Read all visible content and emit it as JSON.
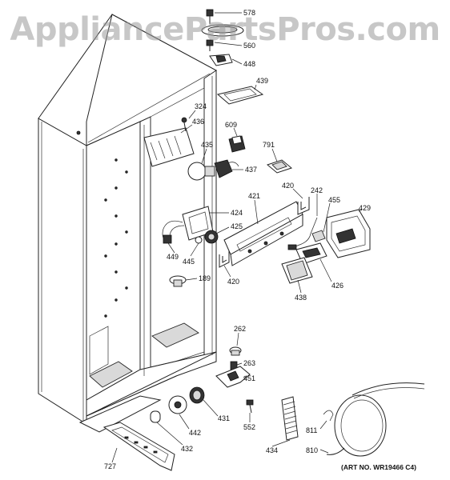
{
  "watermark": "AppliancePartsPros.com",
  "art_number": "(ART NO. WR19466 C4)",
  "callouts": [
    {
      "id": "578",
      "label": "578"
    },
    {
      "id": "560",
      "label": "560"
    },
    {
      "id": "448",
      "label": "448"
    },
    {
      "id": "439",
      "label": "439"
    },
    {
      "id": "324",
      "label": "324"
    },
    {
      "id": "436",
      "label": "436"
    },
    {
      "id": "609",
      "label": "609"
    },
    {
      "id": "435",
      "label": "435"
    },
    {
      "id": "437",
      "label": "437"
    },
    {
      "id": "791",
      "label": "791"
    },
    {
      "id": "420a",
      "label": "420"
    },
    {
      "id": "242",
      "label": "242"
    },
    {
      "id": "455",
      "label": "455"
    },
    {
      "id": "421",
      "label": "421"
    },
    {
      "id": "429",
      "label": "429"
    },
    {
      "id": "424",
      "label": "424"
    },
    {
      "id": "425",
      "label": "425"
    },
    {
      "id": "449",
      "label": "449"
    },
    {
      "id": "445",
      "label": "445"
    },
    {
      "id": "420b",
      "label": "420"
    },
    {
      "id": "426",
      "label": "426"
    },
    {
      "id": "438",
      "label": "438"
    },
    {
      "id": "189",
      "label": "189"
    },
    {
      "id": "262",
      "label": "262"
    },
    {
      "id": "263",
      "label": "263"
    },
    {
      "id": "451",
      "label": "451"
    },
    {
      "id": "431",
      "label": "431"
    },
    {
      "id": "442",
      "label": "442"
    },
    {
      "id": "552",
      "label": "552"
    },
    {
      "id": "432",
      "label": "432"
    },
    {
      "id": "434",
      "label": "434"
    },
    {
      "id": "811",
      "label": "811"
    },
    {
      "id": "810",
      "label": "810"
    },
    {
      "id": "727",
      "label": "727"
    }
  ]
}
